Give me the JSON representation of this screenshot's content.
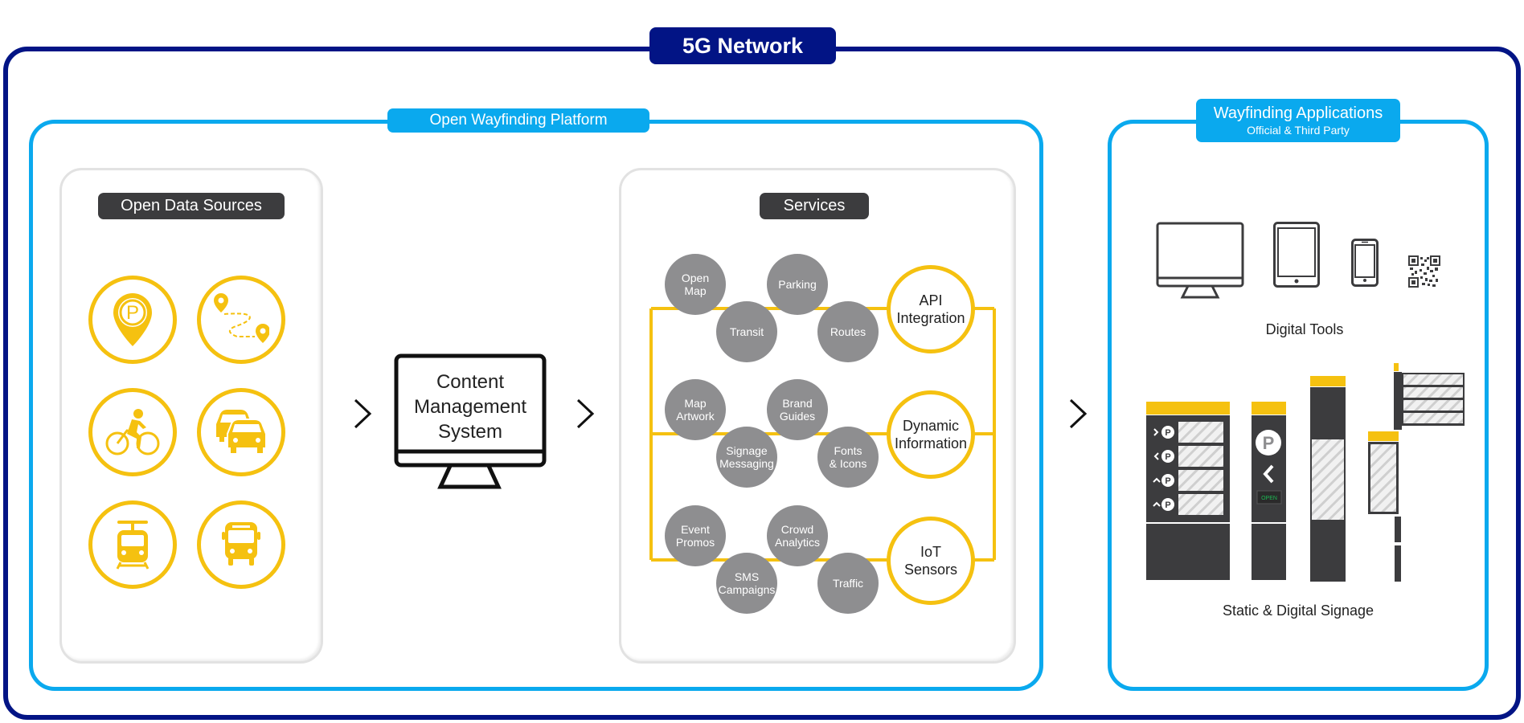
{
  "network": {
    "label": "5G Network",
    "color": "#021485"
  },
  "platform": {
    "label": "Open Wayfinding Platform",
    "color": "#0aa9ee",
    "data_sources": {
      "title": "Open Data Sources",
      "icons": [
        "parking-pin-icon",
        "route-icon",
        "bicycle-icon",
        "traffic-cars-icon",
        "tram-icon",
        "bus-icon"
      ]
    },
    "cms": {
      "line1": "Content",
      "line2": "Management",
      "line3": "System"
    },
    "services": {
      "title": "Services",
      "groups": [
        {
          "bubbles": [
            [
              "Open",
              "Map"
            ],
            [
              "Parking"
            ],
            [
              "Transit"
            ],
            [
              "Routes"
            ]
          ],
          "hub": [
            "API",
            "Integration"
          ]
        },
        {
          "bubbles": [
            [
              "Map",
              "Artwork"
            ],
            [
              "Brand",
              "Guides"
            ],
            [
              "Signage",
              "Messaging"
            ],
            [
              "Fonts",
              "& Icons"
            ]
          ],
          "hub": [
            "Dynamic",
            "Information"
          ]
        },
        {
          "bubbles": [
            [
              "Event",
              "Promos"
            ],
            [
              "Crowd",
              "Analytics"
            ],
            [
              "SMS",
              "Campaigns"
            ],
            [
              "Traffic"
            ]
          ],
          "hub": [
            "IoT",
            "Sensors"
          ]
        }
      ]
    }
  },
  "applications": {
    "label": "Wayfinding Applications",
    "sublabel": "Official & Third Party",
    "digital_tools": {
      "caption": "Digital Tools",
      "icons": [
        "desktop-monitor-icon",
        "tablet-icon",
        "smartphone-icon",
        "qr-code-icon"
      ]
    },
    "signage": {
      "caption": "Static & Digital Signage",
      "open_sign": "OPEN"
    }
  },
  "colors": {
    "accent_yellow": "#f5c110",
    "dark": "#3c3c3e",
    "bubble_gray": "#8e8e90"
  }
}
